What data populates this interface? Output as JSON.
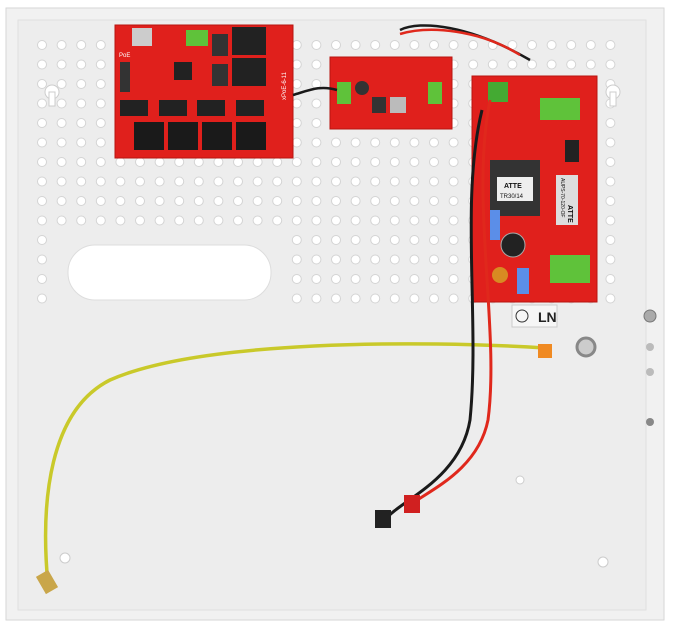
{
  "poe_switch": {
    "label_poe": "PoE",
    "model": "xPoE-6-11"
  },
  "psu": {
    "brand": "ATTE",
    "transformer": "TR30/14",
    "model": "AUPS-70-120-OF"
  },
  "terminal": {
    "label": "LN"
  },
  "colors": {
    "panel": "#efefef",
    "pcb": "#e0201c",
    "terminal": "#52c234",
    "wire_ground": "#c9c92a",
    "wire_red": "#e0281c",
    "wire_black": "#1a1a1a"
  }
}
